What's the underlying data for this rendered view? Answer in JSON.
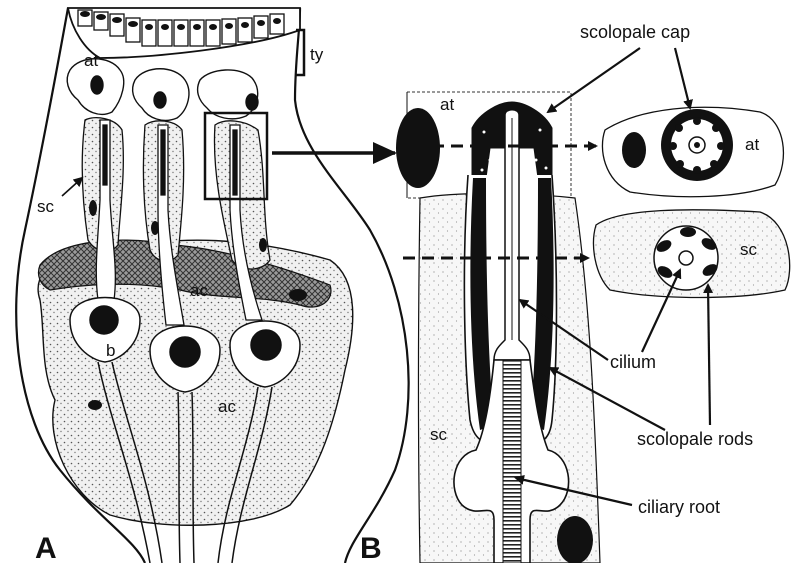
{
  "panels": {
    "a_letter": "A",
    "b_letter": "B"
  },
  "panel_a": {
    "ty": "ty",
    "at": "at",
    "sc": "sc",
    "ac_upper": "ac",
    "ac_lower": "ac",
    "b": "b"
  },
  "panel_b": {
    "at": "at",
    "sc": "sc",
    "inset_top_at": "at",
    "inset_bottom_sc": "sc"
  },
  "callouts": {
    "scolopale_cap": "scolopale cap",
    "cilium": "cilium",
    "scolopale_rods": "scolopale rods",
    "ciliary_root": "ciliary root"
  },
  "colors": {
    "ink": "#111111",
    "paper": "#ffffff",
    "stipple": "#bdbdbd",
    "crosshatch": "#6f6f6f"
  }
}
